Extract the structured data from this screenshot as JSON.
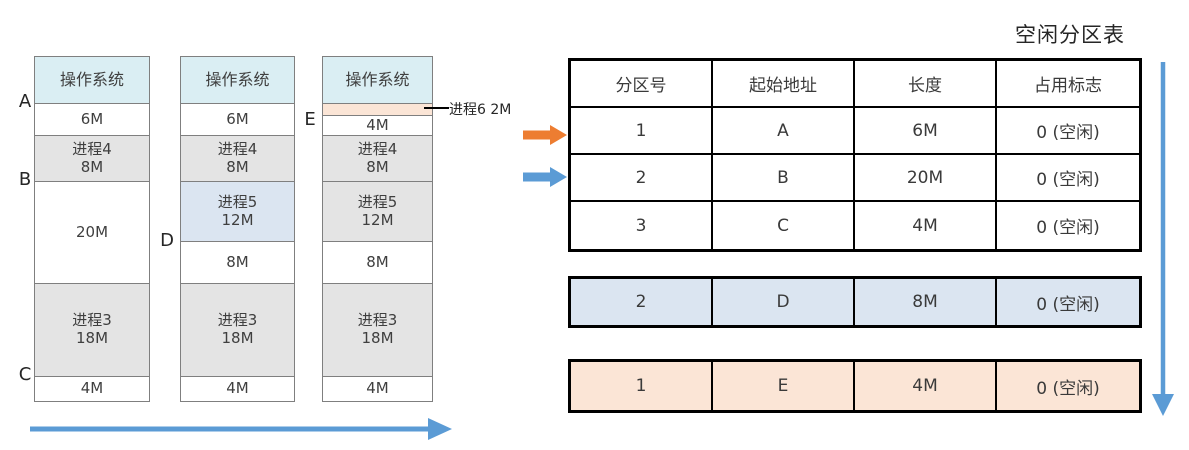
{
  "title": "空闲分区表",
  "colors": {
    "accent_blue": "#5B9BD5",
    "accent_orange": "#ED7D31",
    "fill_os": "#DAEEF3",
    "fill_gray": "#E4E4E4",
    "fill_blue": "#DBE5F1",
    "fill_peach": "#FBE5D6",
    "mem_border": "#7F7F7F",
    "table_border": "#000000"
  },
  "annotation": {
    "label": "进程6 2M"
  },
  "markers": {
    "a": "A",
    "b": "B",
    "c": "C",
    "d": "D",
    "e": "E"
  },
  "memory_maps": [
    {
      "name": "state-initial",
      "segments": [
        {
          "lines": [
            "操作系统"
          ],
          "fill": "os",
          "h": 46
        },
        {
          "lines": [
            "6M"
          ],
          "fill": "white",
          "h": 32
        },
        {
          "lines": [
            "进程4",
            "8M"
          ],
          "fill": "gray",
          "h": 46
        },
        {
          "lines": [
            "20M"
          ],
          "fill": "white",
          "h": 102
        },
        {
          "lines": [
            "进程3",
            "18M"
          ],
          "fill": "gray",
          "h": 93
        },
        {
          "lines": [
            "4M"
          ],
          "fill": "white",
          "h": 25
        }
      ]
    },
    {
      "name": "state-after-process5",
      "segments": [
        {
          "lines": [
            "操作系统"
          ],
          "fill": "os",
          "h": 46
        },
        {
          "lines": [
            "6M"
          ],
          "fill": "white",
          "h": 32
        },
        {
          "lines": [
            "进程4",
            "8M"
          ],
          "fill": "gray",
          "h": 46
        },
        {
          "lines": [
            "进程5",
            "12M"
          ],
          "fill": "blue",
          "h": 60
        },
        {
          "lines": [
            "8M"
          ],
          "fill": "white",
          "h": 42
        },
        {
          "lines": [
            "进程3",
            "18M"
          ],
          "fill": "gray",
          "h": 93
        },
        {
          "lines": [
            "4M"
          ],
          "fill": "white",
          "h": 25
        }
      ]
    },
    {
      "name": "state-after-process6",
      "segments": [
        {
          "lines": [
            "操作系统"
          ],
          "fill": "os",
          "h": 46
        },
        {
          "lines": [],
          "fill": "peach",
          "h": 12
        },
        {
          "lines": [
            "4M"
          ],
          "fill": "white",
          "h": 20
        },
        {
          "lines": [
            "进程4",
            "8M"
          ],
          "fill": "gray",
          "h": 46
        },
        {
          "lines": [
            "进程5",
            "12M"
          ],
          "fill": "gray",
          "h": 60
        },
        {
          "lines": [
            "8M"
          ],
          "fill": "white",
          "h": 42
        },
        {
          "lines": [
            "进程3",
            "18M"
          ],
          "fill": "gray",
          "h": 93
        },
        {
          "lines": [
            "4M"
          ],
          "fill": "white",
          "h": 25
        }
      ]
    }
  ],
  "free_table": {
    "headers": [
      "分区号",
      "起始地址",
      "长度",
      "占用标志"
    ],
    "rows": [
      [
        "1",
        "A",
        "6M",
        "0 (空闲)"
      ],
      [
        "2",
        "B",
        "20M",
        "0 (空闲)"
      ],
      [
        "3",
        "C",
        "4M",
        "0 (空闲)"
      ]
    ]
  },
  "highlight_tables": [
    {
      "name": "d-row",
      "fill": "blue",
      "cells": [
        "2",
        "D",
        "8M",
        "0 (空闲)"
      ]
    },
    {
      "name": "e-row",
      "fill": "peach",
      "cells": [
        "1",
        "E",
        "4M",
        "0 (空闲)"
      ]
    }
  ]
}
